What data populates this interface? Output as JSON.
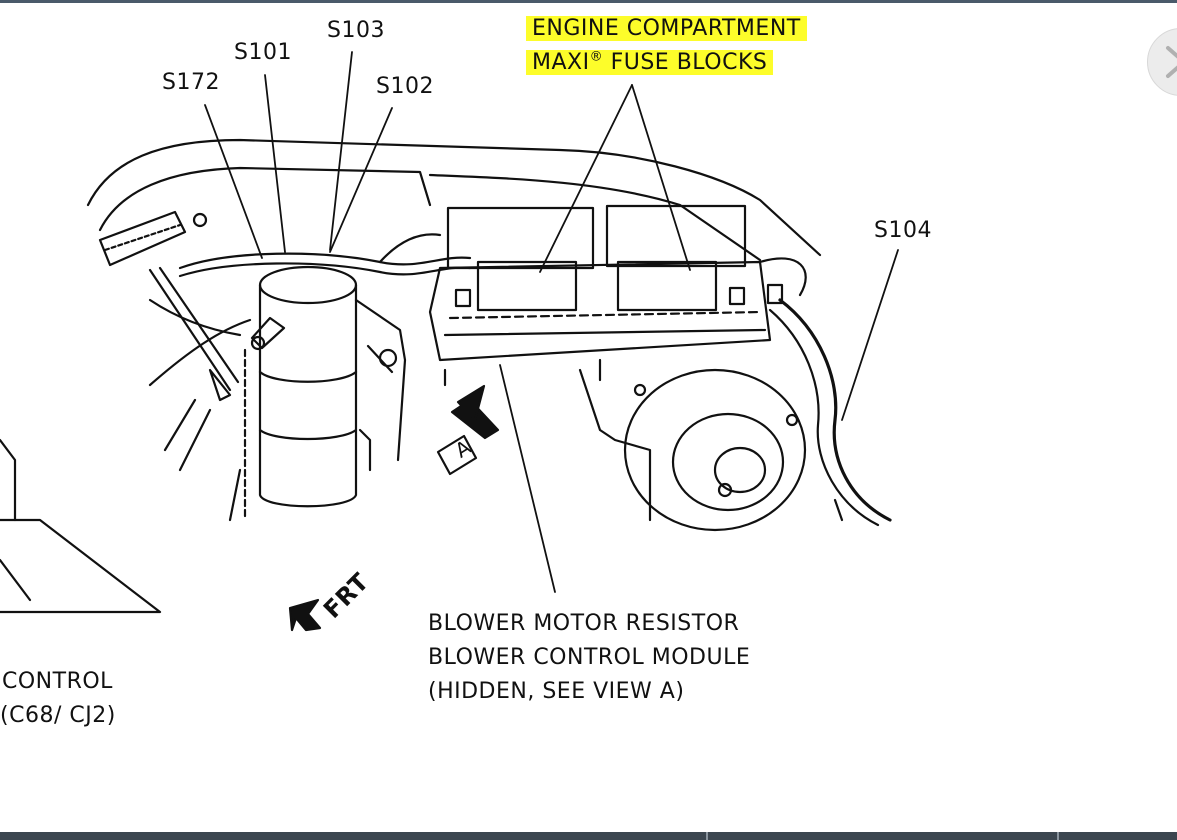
{
  "diagram": {
    "splice_labels": [
      "S103",
      "S101",
      "S172",
      "S102",
      "S104"
    ],
    "title_line1": "ENGINE COMPARTMENT",
    "title_line2_pre": "MAXI",
    "title_line2_sup": "®",
    "title_line2_post": " FUSE BLOCKS",
    "view_marker": "A",
    "front_marker": "FRT",
    "blower_line1": "BLOWER MOTOR RESISTOR",
    "blower_line2": "BLOWER CONTROL MODULE",
    "blower_line3": "(HIDDEN, SEE VIEW A)",
    "control_line1": "CONTROL",
    "control_line2": "(C68/ CJ2)"
  },
  "colors": {
    "highlight": "#fdfd2a",
    "ink": "#111111"
  },
  "nav": {
    "next_icon": "chevron-right-icon"
  }
}
